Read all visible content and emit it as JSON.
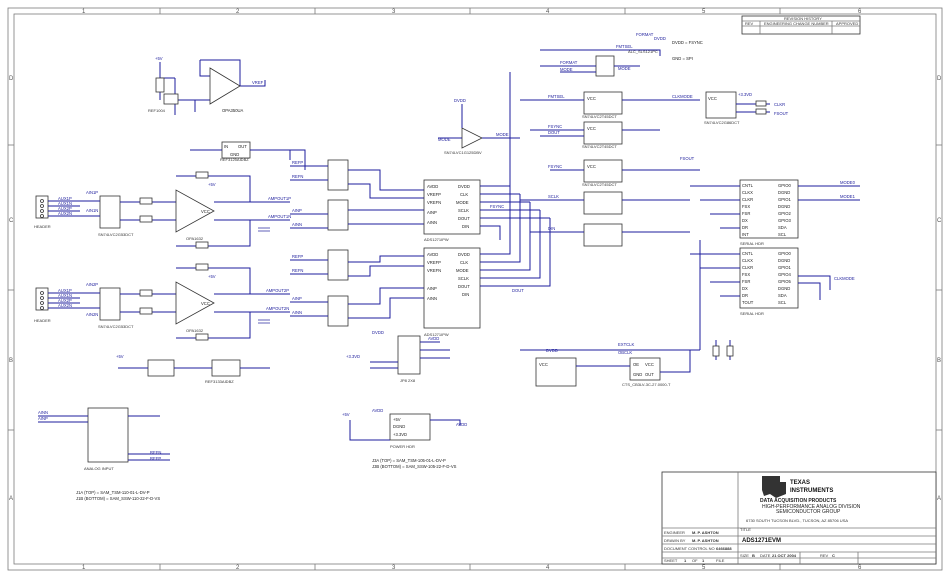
{
  "sheet": {
    "zones_top": [
      "1",
      "2",
      "3",
      "4",
      "5",
      "6"
    ],
    "zones_side": [
      "D",
      "C",
      "B",
      "A"
    ]
  },
  "revision_history": {
    "title": "REVISION HISTORY",
    "headers": [
      "REV",
      "ENGINEERING CHANGE NUMBER",
      "APPROVED"
    ]
  },
  "parts": {
    "u1": "OPA350UA",
    "u2": "REF3125AIDBZ",
    "u3": "OPA1632",
    "u4": "OPA1632",
    "u5": "SN74LVC1G125DBV",
    "u6": "ADS1271IPW",
    "u7": "ADS1271IPW",
    "u8": "SN74LVC2G86DCT",
    "u10": "SN74LVC2T45DCT",
    "u11": "SN74LVC2T45DCT",
    "u12": "SN74LVC2T45DCT",
    "u13": "REF3133AIDBZ",
    "u14": "CTS_CB3LV-3C-27.0000-T",
    "j1": "HEADER",
    "j2": "HEADER",
    "j3": "ANALOG INPUT",
    "j4": "POWER HDR",
    "j5": "SERIAL HDR",
    "j6": "SERIAL HDR",
    "j7": "ALC_SLS121PC",
    "s1": "SN74LVC2G53DCT",
    "jp": "JP8 2X8"
  },
  "nets": {
    "dvdd": "DVDD",
    "avdd": "AVDD",
    "plus5v": "+5V",
    "p33v": "+3.3VD",
    "vref": "VREF",
    "refp": "REFP",
    "refn": "REFN",
    "mode": "MODE",
    "format": "FORMAT",
    "format_note1": "DVDD = FSYNC",
    "format_note2": "GND = SPI",
    "clkr": "CLKR",
    "fsout": "FSOUT",
    "sclk": "SCLK",
    "dout": "DOUT",
    "din": "DIN",
    "sync": "SYNC",
    "fsync": "FSYNC",
    "clkmode": "CLKMODE",
    "extclk": "EXTCLK",
    "obclk": "OBCLK",
    "ainp": "AINP",
    "ainn": "AINN",
    "aux1p": "AUX1P",
    "aux1n": "AUX1N",
    "aux2p": "AUX2P",
    "aux2n": "AUX2N",
    "ain1p": "AIN1P",
    "ain1n": "AIN1N",
    "ain2p": "AIN2P",
    "ain2n": "AIN2N",
    "ampout1p": "AMPOUT1P",
    "ampout1n": "AMPOUT1N",
    "ampout2p": "AMPOUT2P",
    "ampout2n": "AMPOUT2N",
    "modeo": "MODE0",
    "mode1": "MODE1",
    "fsr": "FSR",
    "fsx": "FSX",
    "dr": "DR",
    "dx": "DX",
    "clkx": "CLKX",
    "tout": "TOUT",
    "int": "INT",
    "cntl": "CNTL",
    "gpio0": "GPIO0",
    "gpio1": "GPIO1",
    "gpio2": "GPIO2",
    "gpio3": "GPIO3",
    "gpio4": "GPIO4",
    "gpio5": "GPIO5",
    "dgnd": "DGND",
    "sda": "SDA",
    "scl": "SCL",
    "vcc": "VCC",
    "gnd": "GND",
    "oe": "OE",
    "out": "OUT",
    "in": "IN"
  },
  "connectors_note": {
    "j3a": "J1A (TOP) = SAM_TSM-110-01-L-DV-P",
    "j3b": "J1B (BOTTOM) = SAM_SSW-110-22-F-D-VS",
    "j4a": "J3A (TOP) = SAM_TSM-105-01-L-DV-P",
    "j4b": "J3B (BOTTOM) = SAM_SSW-105-22-F-D-VS"
  },
  "title_block": {
    "company_line1": "TEXAS",
    "company_line2": "INSTRUMENTS",
    "division": "DATA ACQUISITION PRODUCTS",
    "sub1": "HIGH-PERFORMANCE ANALOG DIVISION",
    "sub2": "SEMICONDUCTOR GROUP",
    "address": "6730 SOUTH TUCSON BLVD., TUCSON, AZ 85706 USA",
    "title_label": "TITLE",
    "title": "ADS1271EVM",
    "engineer_label": "ENGINEER",
    "engineer": "M. P. ASHTON",
    "drawn_label": "DRAWN BY",
    "drawn": "M. P. ASHTON",
    "doc_label": "DOCUMENT CONTROL NO",
    "doc_no": "6466888",
    "size_label": "SIZE",
    "size": "B",
    "date_label": "DATE",
    "date": "21 OCT 2004",
    "rev_label": "REV",
    "rev": "C",
    "sheet_label": "SHEET",
    "sheet": "1",
    "of_label": "OF",
    "of": "1",
    "file_label": "FILE"
  }
}
